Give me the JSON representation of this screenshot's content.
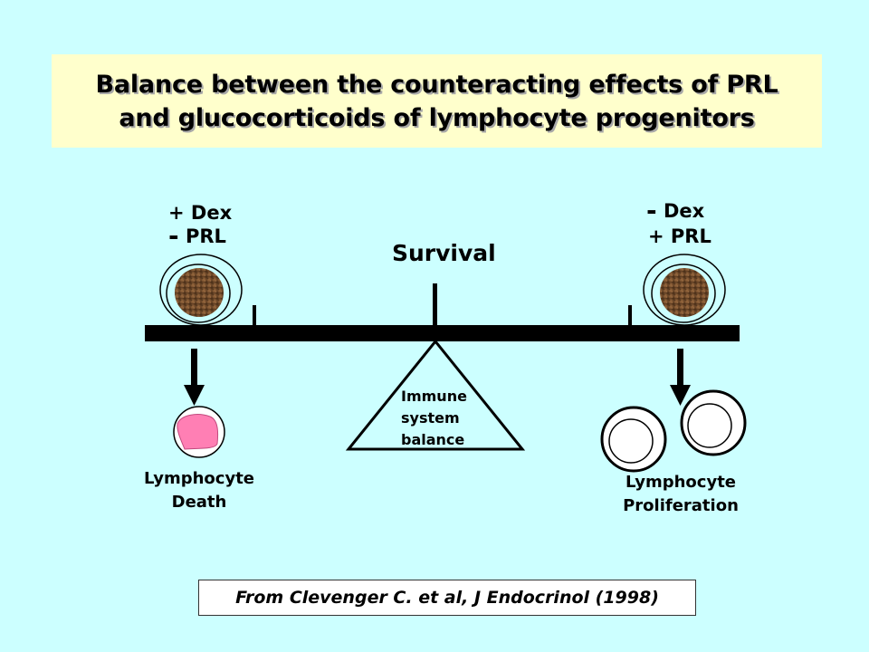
{
  "title": {
    "line1": "Balance between the counteracting effects of PRL",
    "line2": "and glucocorticoids of lymphocyte progenitors"
  },
  "center_label": "Survival",
  "left_condition": {
    "dex": "Dex",
    "dex_sign": "+",
    "prl": "PRL",
    "prl_sign": "-"
  },
  "right_condition": {
    "dex": "Dex",
    "dex_sign": "-",
    "prl": "+ PRL"
  },
  "fulcrum_label": {
    "line1": "Immune",
    "line2": "system",
    "line3": "balance"
  },
  "outcomes": {
    "left": {
      "line1": "Lymphocyte",
      "line2": "Death"
    },
    "right": {
      "line1": "Lymphocyte",
      "line2": "Proliferation"
    }
  },
  "citation": "From Clevenger C. et al, J Endocrinol (1998)",
  "colors": {
    "background": "#ccffff",
    "title_background": "#ffffcc",
    "cell_nucleus": "#7a5230",
    "dying_cell": "#ff7fb4"
  },
  "icons": [
    "cell-icon",
    "dying-cell-icon",
    "arrow-down-icon",
    "balance-beam",
    "fulcrum-triangle"
  ]
}
